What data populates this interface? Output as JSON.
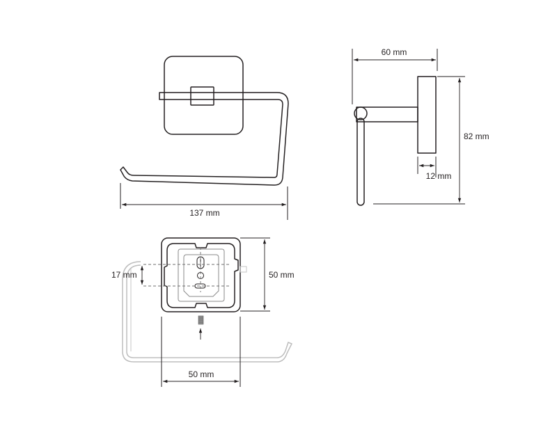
{
  "dimensions": {
    "front_width": "137 mm",
    "side_depth": "60 mm",
    "side_height": "82 mm",
    "plate_thickness": "12 mm",
    "holes_spacing": "17 mm",
    "plate_height": "50 mm",
    "plate_width": "50 mm"
  },
  "colors": {
    "line": "#231f20",
    "ghost_line": "#bdbdbd",
    "background": "#ffffff"
  }
}
